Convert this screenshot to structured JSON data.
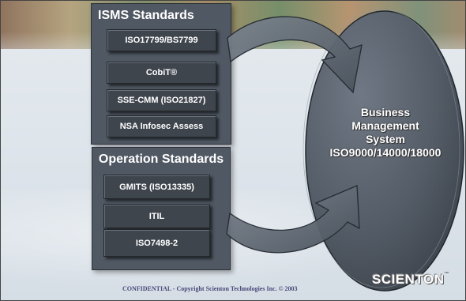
{
  "isms": {
    "title": "ISMS Standards",
    "items": [
      "ISO17799/BS7799",
      "CobiT®",
      "SSE-CMM (ISO21827)",
      "NSA Infosec Assess"
    ]
  },
  "operation": {
    "title": "Operation Standards",
    "items": [
      "GMITS (ISO13335)",
      "ITIL",
      "ISO7498-2"
    ]
  },
  "business_system": {
    "line1": "Business",
    "line2": "Management",
    "line3": "System",
    "line4": "ISO9000/14000/18000"
  },
  "footer": {
    "confidential": "CONFIDENTIAL - Copyright Scienton Technologies Inc. © 2003",
    "logo": "SCIENTON",
    "trademark": "™"
  }
}
